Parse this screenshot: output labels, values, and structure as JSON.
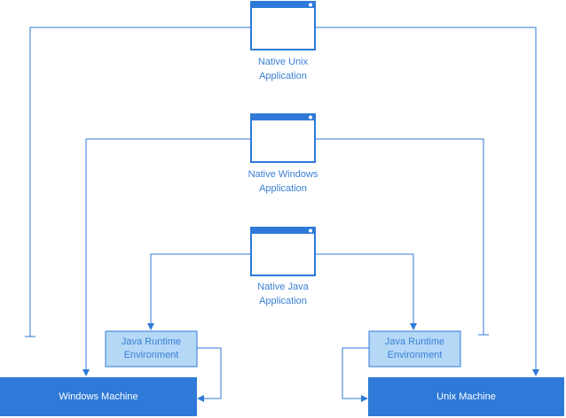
{
  "applications": {
    "unix": {
      "line1": "Native Unix",
      "line2": "Application",
      "icon": "application-window-icon"
    },
    "windows": {
      "line1": "Native Windows",
      "line2": "Application",
      "icon": "application-window-icon"
    },
    "java": {
      "line1": "Native Java",
      "line2": "Application",
      "icon": "application-window-icon"
    }
  },
  "runtimes": {
    "left": {
      "line1": "Java Runtime",
      "line2": "Environment"
    },
    "right": {
      "line1": "Java Runtime",
      "line2": "Environment"
    }
  },
  "machines": {
    "windows": "Windows Machine",
    "unix": "Unix Machine"
  },
  "colors": {
    "line": "#2f7ad8",
    "machine_fill": "#2f7ad8",
    "jre_fill": "#b4d8f6",
    "jre_border": "#2f7ad8",
    "label_text": "#3a7fd6"
  }
}
